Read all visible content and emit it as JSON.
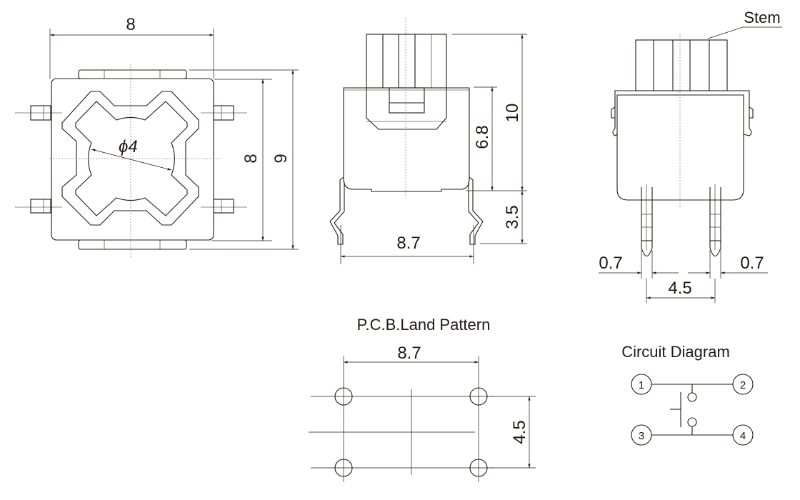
{
  "top_view": {
    "width_label": "8",
    "body_label": "8",
    "overall_label": "9",
    "diameter_label": "ϕ4"
  },
  "front_view": {
    "height_total_label": "10",
    "body_height_label": "6.8",
    "leg_height_label": "3.5",
    "leg_span_label": "8.7"
  },
  "side_view": {
    "stem_label": "Stem",
    "pin_width_left_label": "0.7",
    "pin_width_right_label": "0.7",
    "pin_pitch_label": "4.5"
  },
  "pcb_land_pattern": {
    "title": "P.C.B.Land Pattern",
    "horizontal_label": "8.7",
    "vertical_label": "4.5"
  },
  "circuit_diagram": {
    "title": "Circuit Diagram",
    "terminals": [
      "1",
      "2",
      "3",
      "4"
    ]
  }
}
